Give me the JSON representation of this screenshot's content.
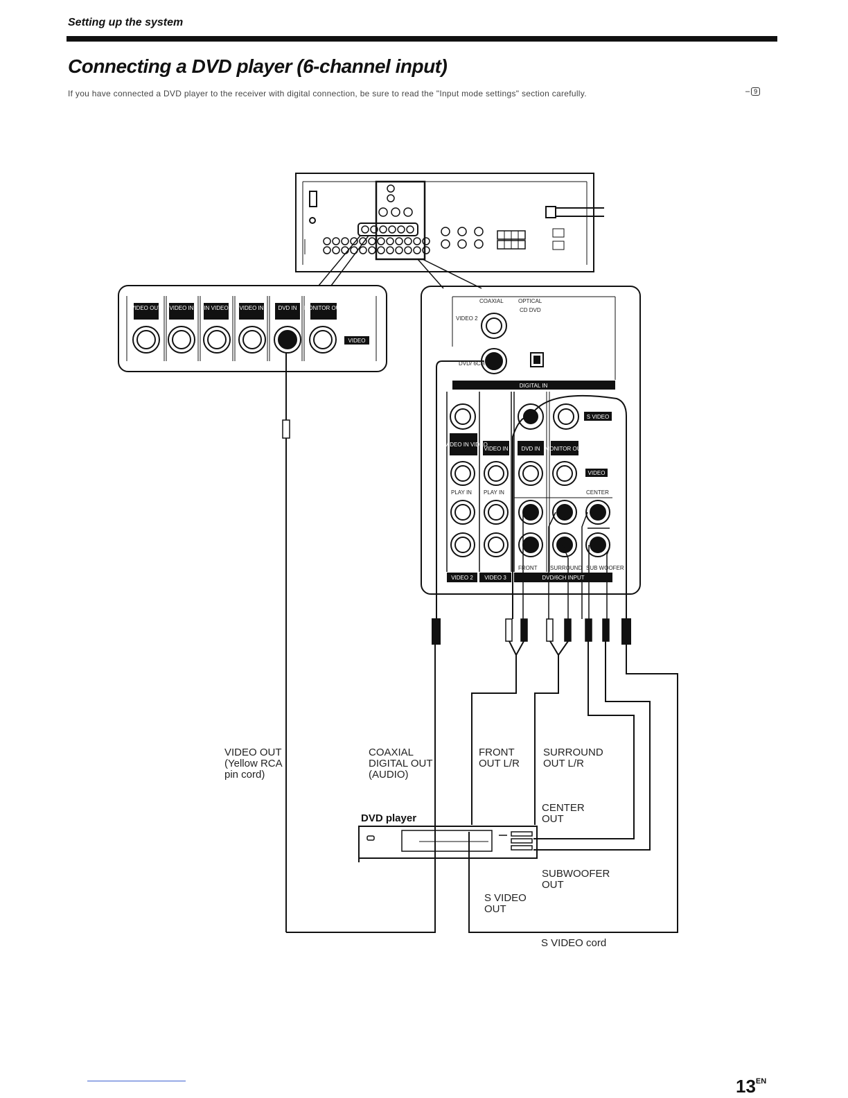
{
  "header": {
    "section": "Setting up the system",
    "title": "Connecting a DVD player (6-channel input)",
    "intro": "If you have connected a DVD player to the receiver with digital connection, be sure to read the \"Input mode settings\" section carefully.",
    "page_ref": "9"
  },
  "left_panel": {
    "jacks": [
      "VIDEO OUT",
      "VIDEO IN",
      "IN VIDEO",
      "VIDEO IN",
      "DVD IN",
      "MONITOR OUT"
    ],
    "tag": "VIDEO"
  },
  "right_panel": {
    "digital_labels": {
      "coaxial": "COAXIAL",
      "optical": "OPTICAL",
      "cd_dvd": "CD DVD",
      "video2": "VIDEO 2",
      "dvd6ch": "DVD/ 6CH",
      "digital_in": "DIGITAL IN"
    },
    "s_video_tag": "S VIDEO",
    "jack_tags": [
      "S VIDEO IN VIDEO",
      "VIDEO IN",
      "DVD IN",
      "MONITOR OUT"
    ],
    "video_tag": "VIDEO",
    "play_in_1": "PLAY IN",
    "play_in_2": "PLAY IN",
    "center": "CENTER",
    "front": "FRONT",
    "surround": "SURROUND",
    "subwoofer": "SUB WOOFER",
    "video2_bar": "VIDEO 2",
    "video3_bar": "VIDEO 3",
    "dvd6ch_bar": "DVD/6CH INPUT"
  },
  "labels": {
    "video_out": [
      "VIDEO OUT",
      "(Yellow RCA",
      "pin cord)"
    ],
    "coaxial": [
      "COAXIAL",
      "DIGITAL OUT",
      "(AUDIO)"
    ],
    "front": [
      "FRONT",
      "OUT L/R"
    ],
    "surround": [
      "SURROUND",
      "OUT L/R"
    ],
    "center": [
      "CENTER",
      "OUT"
    ],
    "subwoofer": [
      "SUBWOOFER",
      "OUT"
    ],
    "svideo": [
      "S VIDEO",
      "OUT"
    ],
    "svideo_cord": "S VIDEO cord",
    "dvd_player": "DVD player"
  },
  "footer": {
    "page": "13",
    "suffix": "EN"
  }
}
